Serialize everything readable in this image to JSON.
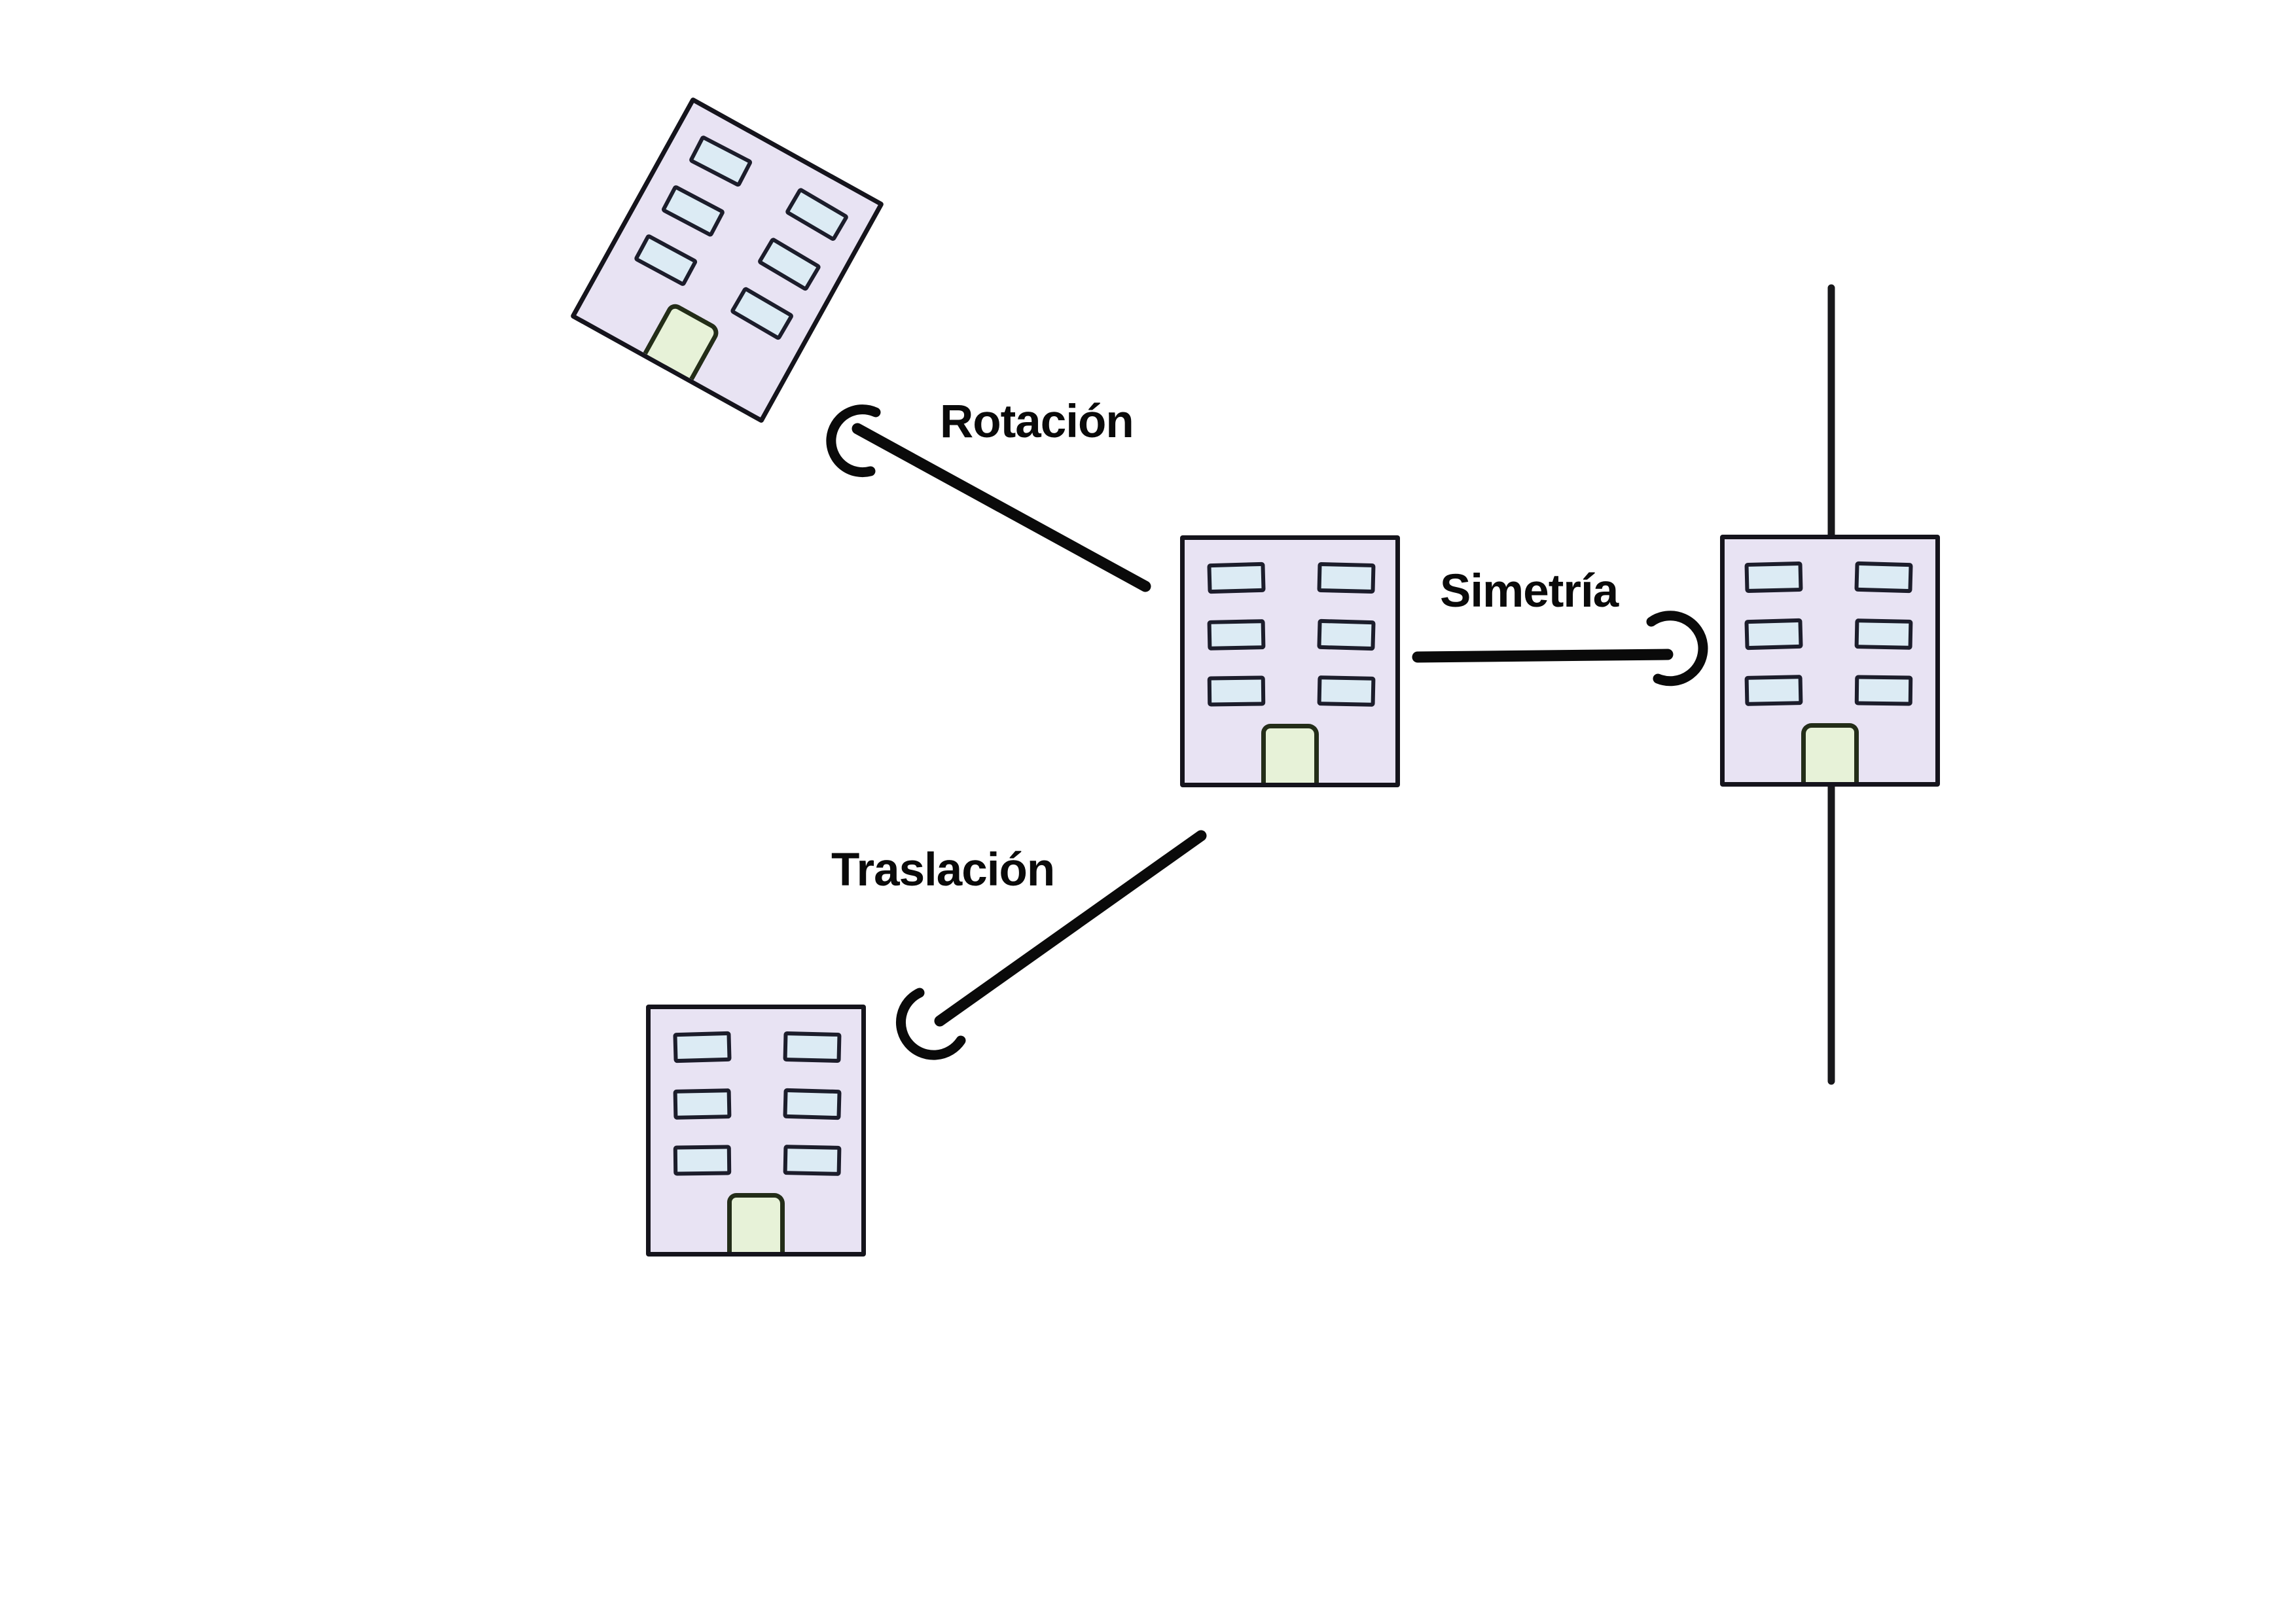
{
  "labels": {
    "rotation": "Rotación",
    "symmetry": "Simetría",
    "translation": "Traslación"
  },
  "colors": {
    "background": "#ffffff",
    "building_wall": "#e8e3f3",
    "building_outline": "#15141c",
    "window_fill": "#dcebf4",
    "window_outline": "#1c1d2b",
    "door_fill": "#e7f2d8",
    "door_outline": "#232d18",
    "arrow_color": "#0a0a0a",
    "mirror_line": "#18181b",
    "text_color": "#0a0a0a"
  },
  "figures": [
    {
      "id": "original-building",
      "windows": 6,
      "doors": 1
    },
    {
      "id": "rotated-building",
      "transformation": "Rotación",
      "rotation_deg": 29
    },
    {
      "id": "mirrored-building",
      "transformation": "Simetría",
      "axis": "vertical"
    },
    {
      "id": "translated-building",
      "transformation": "Traslación"
    }
  ]
}
